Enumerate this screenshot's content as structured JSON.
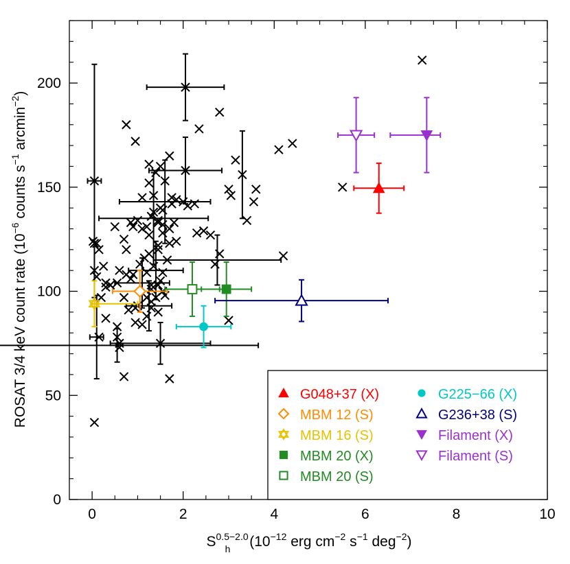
{
  "chart_data": {
    "type": "scatter",
    "xlabel": {
      "base": "S",
      "sub": "h",
      "sup": "0.5−2.0",
      "rest": " (10",
      "sup2": "−12",
      "rest2": " erg cm",
      "sup3": "−2",
      "rest3": " s",
      "sup4": "−1",
      "rest4": " deg",
      "sup5": "−2",
      "end": ")"
    },
    "ylabel": {
      "text": "ROSAT 3/4 keV count rate (10",
      "sup1": "−6",
      "mid": " counts s",
      "sup2": "−1",
      "mid2": " arcmin",
      "sup3": "−2",
      "end": ")"
    },
    "xlim": [
      -0.5,
      10
    ],
    "ylim": [
      0,
      230
    ],
    "x_ticks": [
      0,
      2,
      4,
      6,
      8,
      10
    ],
    "y_ticks": [
      0,
      50,
      100,
      150,
      200
    ],
    "grid": false,
    "legend_position": "bottom-right",
    "background_points": {
      "color": "#000000",
      "marker": "x",
      "points": [
        [
          0.05,
          37
        ],
        [
          0.05,
          153
        ],
        [
          0.02,
          124
        ],
        [
          0.05,
          123
        ],
        [
          0.15,
          120
        ],
        [
          0.1,
          123
        ],
        [
          0.05,
          110
        ],
        [
          0.1,
          107
        ],
        [
          0.3,
          104
        ],
        [
          0.4,
          103
        ],
        [
          0.55,
          104
        ],
        [
          0.2,
          97
        ],
        [
          0.15,
          78
        ],
        [
          0.3,
          87
        ],
        [
          0.55,
          83
        ],
        [
          0.6,
          75
        ],
        [
          0.6,
          73
        ],
        [
          0.55,
          78
        ],
        [
          0.7,
          59
        ],
        [
          0.5,
          131
        ],
        [
          0.7,
          125
        ],
        [
          0.75,
          120
        ],
        [
          0.6,
          110
        ],
        [
          0.75,
          108
        ],
        [
          0.85,
          106
        ],
        [
          0.7,
          97
        ],
        [
          0.8,
          91
        ],
        [
          0.95,
          92
        ],
        [
          0.95,
          85
        ],
        [
          1.1,
          84
        ],
        [
          1.2,
          88
        ],
        [
          1.3,
          103
        ],
        [
          1.4,
          97
        ],
        [
          1.3,
          95
        ],
        [
          1.3,
          92
        ],
        [
          1.45,
          90
        ],
        [
          1.5,
          75
        ],
        [
          1.2,
          109
        ],
        [
          1.35,
          112
        ],
        [
          1.25,
          118
        ],
        [
          1.45,
          120
        ],
        [
          1.55,
          109
        ],
        [
          1.6,
          98
        ],
        [
          1.45,
          103
        ],
        [
          1.5,
          105
        ],
        [
          1.55,
          100
        ],
        [
          0.85,
          133
        ],
        [
          0.9,
          131
        ],
        [
          1.0,
          134
        ],
        [
          1.1,
          130
        ],
        [
          1.2,
          131
        ],
        [
          1.25,
          127
        ],
        [
          1.3,
          136
        ],
        [
          1.45,
          133
        ],
        [
          1.55,
          132
        ],
        [
          1.55,
          128
        ],
        [
          1.7,
          130
        ],
        [
          1.7,
          123
        ],
        [
          1.85,
          124
        ],
        [
          1.1,
          145
        ],
        [
          1.25,
          152
        ],
        [
          1.35,
          146
        ],
        [
          1.5,
          160
        ],
        [
          1.55,
          139
        ],
        [
          1.6,
          153
        ],
        [
          1.75,
          145
        ],
        [
          1.75,
          142
        ],
        [
          1.85,
          144
        ],
        [
          2.1,
          141
        ],
        [
          2.25,
          142
        ],
        [
          2.45,
          129
        ],
        [
          2.6,
          127
        ],
        [
          2.7,
          113
        ],
        [
          2.8,
          118
        ],
        [
          3.0,
          86
        ],
        [
          0.75,
          180
        ],
        [
          0.95,
          172
        ],
        [
          1.25,
          161
        ],
        [
          1.4,
          157
        ],
        [
          1.7,
          165
        ],
        [
          2.05,
          158
        ],
        [
          2.35,
          178
        ],
        [
          2.8,
          186
        ],
        [
          3.0,
          149
        ],
        [
          3.05,
          146
        ],
        [
          3.15,
          163
        ],
        [
          3.3,
          156
        ],
        [
          3.4,
          134
        ],
        [
          3.55,
          143
        ],
        [
          3.6,
          149
        ],
        [
          1.05,
          113
        ],
        [
          1.15,
          116
        ],
        [
          1.3,
          101
        ],
        [
          1.2,
          97
        ],
        [
          1.45,
          134
        ],
        [
          1.35,
          138
        ],
        [
          1.5,
          140
        ],
        [
          4.2,
          117
        ],
        [
          4.1,
          168
        ],
        [
          4.4,
          171
        ],
        [
          5.5,
          150
        ],
        [
          7.25,
          211
        ],
        [
          2.05,
          198
        ],
        [
          1.7,
          58
        ],
        [
          1.0,
          93
        ],
        [
          0.9,
          108
        ],
        [
          0.4,
          103
        ],
        [
          0.3,
          102
        ],
        [
          0.25,
          112
        ],
        [
          1.65,
          115
        ],
        [
          1.8,
          133
        ],
        [
          2.0,
          143
        ],
        [
          2.3,
          128
        ],
        [
          1.45,
          122
        ]
      ],
      "error_bars": [
        [
          0.05,
          153,
          0,
          56,
          0.15,
          0
        ],
        [
          0.1,
          78,
          0,
          20,
          0.15,
          0
        ],
        [
          2.05,
          198,
          0,
          16,
          0.85,
          0
        ],
        [
          2.05,
          158,
          0,
          16,
          0.8,
          0
        ],
        [
          3.3,
          156,
          0,
          21,
          0.0,
          0
        ],
        [
          1.5,
          75,
          0,
          10,
          1.1,
          0
        ],
        [
          0.55,
          74,
          0,
          8,
          3.1,
          0
        ],
        [
          2.75,
          115,
          0,
          12,
          1.4,
          0
        ],
        [
          1.6,
          143,
          0,
          20,
          1.0,
          0
        ],
        [
          1.35,
          135,
          0,
          22,
          1.2,
          0
        ],
        [
          1.4,
          110,
          0,
          14,
          0.6,
          0
        ],
        [
          1.25,
          93,
          0,
          12,
          0.5,
          0
        ],
        [
          1.1,
          104,
          0,
          12,
          0.6,
          0
        ]
      ]
    },
    "series": [
      {
        "name": "G048+37 (X)",
        "color": "#ff0000",
        "marker": "triangle-filled",
        "x": 6.3,
        "y": 149.5,
        "xerr": [
          0.55,
          0.55
        ],
        "yerr": [
          12,
          12
        ]
      },
      {
        "name": "MBM 12 (S)",
        "color": "#ff8c00",
        "marker": "diamond-open",
        "x": 1.05,
        "y": 100,
        "xerr": [
          0.6,
          0.6
        ],
        "yerr": [
          10,
          10
        ]
      },
      {
        "name": "MBM 16 (S)",
        "color": "#e6c200",
        "marker": "star-open",
        "x": 0.05,
        "y": 94,
        "xerr": [
          0.05,
          0.95
        ],
        "yerr": [
          11,
          11
        ]
      },
      {
        "name": "MBM 20 (X)",
        "color": "#228b22",
        "marker": "square-filled",
        "x": 2.95,
        "y": 101,
        "xerr": [
          0.55,
          0.55
        ],
        "yerr": [
          13,
          13
        ]
      },
      {
        "name": "MBM 20 (S)",
        "color": "#228b22",
        "marker": "square-open",
        "x": 2.2,
        "y": 101,
        "xerr": [
          0.6,
          0.6
        ],
        "yerr": [
          13,
          13
        ]
      },
      {
        "name": "G225−66 (X)",
        "color": "#00c8c8",
        "marker": "circle-filled",
        "x": 2.45,
        "y": 83,
        "xerr": [
          0.6,
          0.6
        ],
        "yerr": [
          10,
          10
        ]
      },
      {
        "name": "G236+38 (S)",
        "color": "#00007f",
        "marker": "triangle-open",
        "x": 4.6,
        "y": 95.5,
        "xerr": [
          1.9,
          1.9
        ],
        "yerr": [
          10,
          10
        ]
      },
      {
        "name": "Filament (X)",
        "color": "#9932cc",
        "marker": "triangle-down-filled",
        "x": 7.35,
        "y": 175,
        "xerr": [
          0.8,
          0.3
        ],
        "yerr": [
          18,
          18
        ]
      },
      {
        "name": "Filament (S)",
        "color": "#9932cc",
        "marker": "triangle-down-open",
        "x": 5.8,
        "y": 175,
        "xerr": [
          0.4,
          0.4
        ],
        "yerr": [
          18,
          18
        ]
      }
    ]
  }
}
